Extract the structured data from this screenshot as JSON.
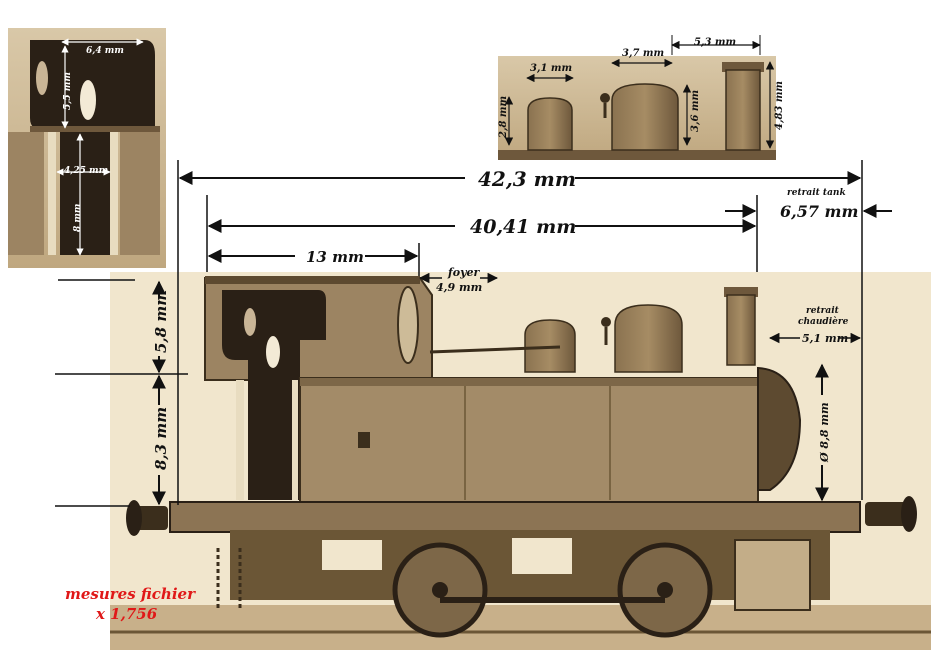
{
  "dimensions": {
    "overall_length": "42,3 mm",
    "tank_length": "40,41 mm",
    "cab_length": "13 mm",
    "tank_setback": "6,57 mm",
    "cab_height": "5,8 mm",
    "tank_height": "8,3 mm",
    "boiler_setback": "5,1 mm",
    "smokebox_diameter": "Ø 8,8 mm",
    "firebox": "4,9 mm"
  },
  "labels": {
    "retrait_tank": "retrait tank",
    "retrait": "retrait",
    "chaudiere": "chaudière",
    "foyer": "foyer"
  },
  "inset_cab": {
    "window_width": "6,4 mm",
    "window_height": "5,5 mm",
    "door_width": "4,25 mm",
    "door_height": "8 mm"
  },
  "inset_boiler": {
    "sand_dome_width": "3,1 mm",
    "steam_dome_width": "3,7 mm",
    "chimney_width": "5,3 mm",
    "sand_dome_height": "2,8 mm",
    "steam_dome_height": "3,6 mm",
    "chimney_height": "4,83 mm"
  },
  "scale_note": {
    "line1": "mesures fichier",
    "line2": "x 1,756"
  }
}
